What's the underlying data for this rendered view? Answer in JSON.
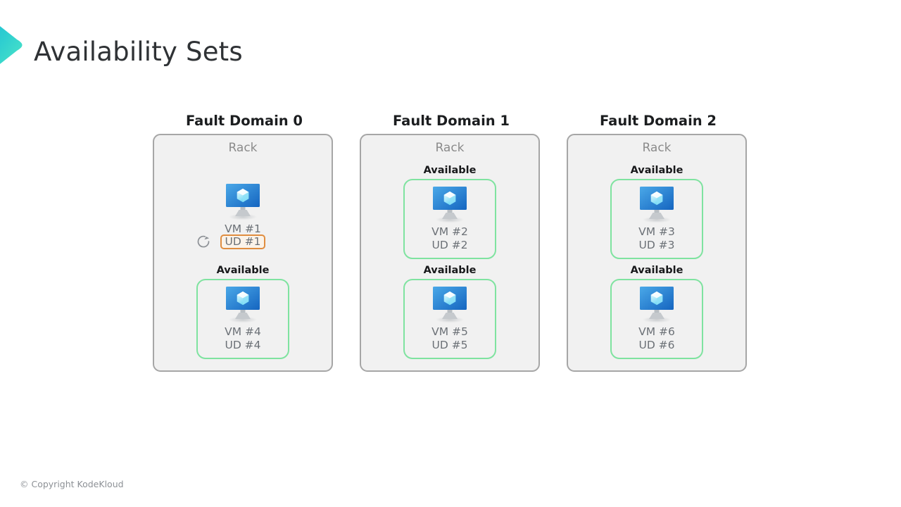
{
  "header": {
    "title": "Availability Sets",
    "logo_icon": "kodekloud-chevron-logo",
    "logo_gradient_from": "#0fb5d6",
    "logo_gradient_to": "#4ee6c8"
  },
  "theme": {
    "background": "#ffffff",
    "panel_fill": "#f1f1f1",
    "panel_border": "#a6a6a6",
    "available_green": "#7fe3a0",
    "ud_highlight_border": "#e08d3f",
    "ud_highlight_fill": "#fbf3e9",
    "caption_gray": "#6b7076",
    "title_dark": "#1b1d1f"
  },
  "diagram": {
    "type": "availability-set",
    "fault_domains": [
      {
        "title": "Fault Domain 0",
        "rack_label": "Rack",
        "vms": [
          {
            "vm_label": "VM #1",
            "ud_label": "UD #1",
            "status": null,
            "highlighted": true,
            "rebooting": true,
            "reboot_icon": "refresh-circular-arrow-icon",
            "vm_icon": "azure-virtual-machine-icon"
          },
          {
            "vm_label": "VM #4",
            "ud_label": "UD #4",
            "status": "Available",
            "highlighted": false,
            "rebooting": false,
            "reboot_icon": null,
            "vm_icon": "azure-virtual-machine-icon"
          }
        ]
      },
      {
        "title": "Fault Domain 1",
        "rack_label": "Rack",
        "vms": [
          {
            "vm_label": "VM #2",
            "ud_label": "UD #2",
            "status": "Available",
            "highlighted": false,
            "rebooting": false,
            "reboot_icon": null,
            "vm_icon": "azure-virtual-machine-icon"
          },
          {
            "vm_label": "VM #5",
            "ud_label": "UD #5",
            "status": "Available",
            "highlighted": false,
            "rebooting": false,
            "reboot_icon": null,
            "vm_icon": "azure-virtual-machine-icon"
          }
        ]
      },
      {
        "title": "Fault Domain 2",
        "rack_label": "Rack",
        "vms": [
          {
            "vm_label": "VM #3",
            "ud_label": "UD #3",
            "status": "Available",
            "highlighted": false,
            "rebooting": false,
            "reboot_icon": null,
            "vm_icon": "azure-virtual-machine-icon"
          },
          {
            "vm_label": "VM #6",
            "ud_label": "UD #6",
            "status": "Available",
            "highlighted": false,
            "rebooting": false,
            "reboot_icon": null,
            "vm_icon": "azure-virtual-machine-icon"
          }
        ]
      }
    ]
  },
  "footer": {
    "copyright": "© Copyright KodeKloud"
  }
}
